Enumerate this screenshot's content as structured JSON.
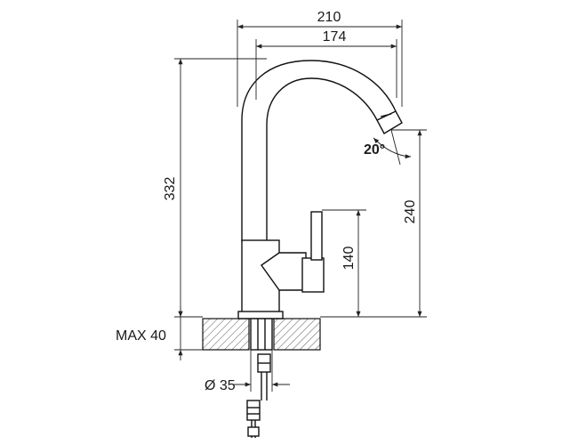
{
  "dimensions": {
    "width_total": "210",
    "width_spout": "174",
    "height_total": "332",
    "height_spout": "240",
    "height_lever": "140",
    "angle": "20°",
    "max_thickness": "MAX 40",
    "diameter": "Ø 35"
  },
  "colors": {
    "line": "#111111",
    "hatch": "#555555",
    "background": "#ffffff"
  }
}
